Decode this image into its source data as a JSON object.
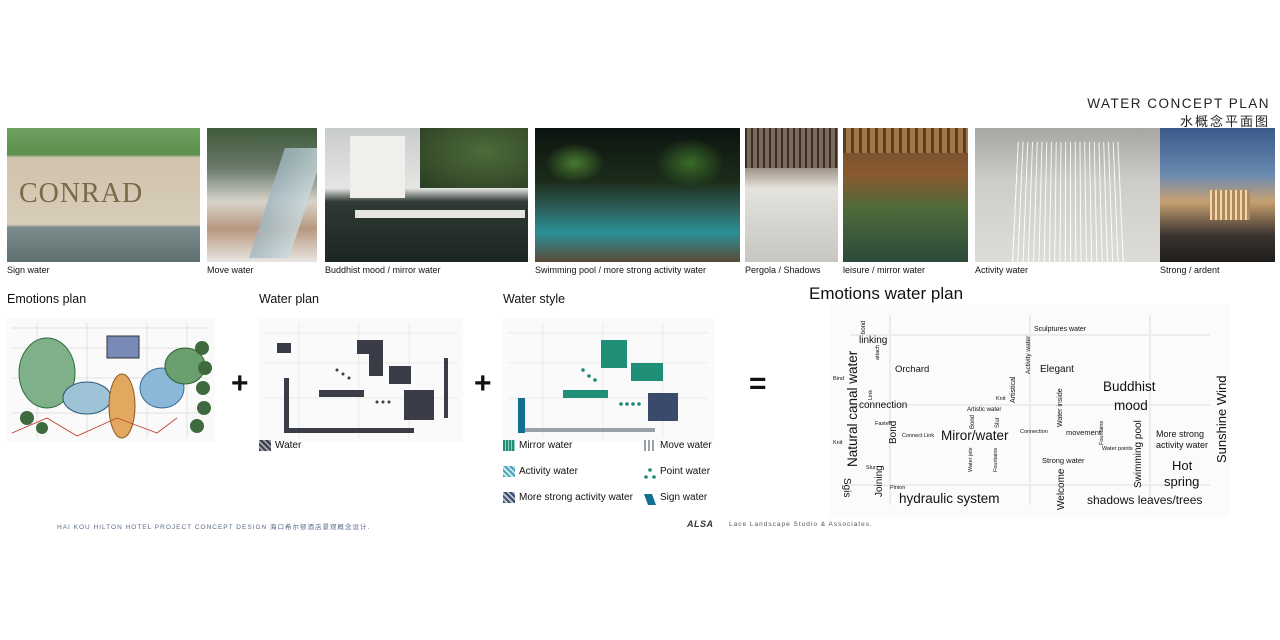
{
  "header": {
    "title_en": "WATER CONCEPT PLAN",
    "title_cn": "水概念平面图"
  },
  "photos": [
    {
      "caption": "Sign water",
      "sign_text": "CONRAD"
    },
    {
      "caption": "Move water"
    },
    {
      "caption": "Buddhist mood / mirror water"
    },
    {
      "caption": "Swimming pool / more strong activity water"
    },
    {
      "caption": "Pergola / Shadows"
    },
    {
      "caption": "leisure / mirror water"
    },
    {
      "caption": "Activity water"
    },
    {
      "caption": "Strong / ardent"
    }
  ],
  "sections": {
    "emotions_plan": "Emotions plan",
    "water_plan": "Water plan",
    "water_style": "Water style",
    "emotions_water_plan": "Emotions water plan"
  },
  "operators": {
    "plus": "+",
    "equals": "="
  },
  "water_plan_legend": "Water",
  "water_style_legend": [
    {
      "label": "Mirror water",
      "color": "#1f8f78"
    },
    {
      "label": "Move water",
      "color": "#9aa0a6"
    },
    {
      "label": "Activity water",
      "color": "#4aa3b8"
    },
    {
      "label": "Point water",
      "color": "#1a8a7a"
    },
    {
      "label": "More strong activity water",
      "color": "#3a4a6a"
    },
    {
      "label": "Sign water",
      "color": "#136f8f"
    }
  ],
  "word_cloud": {
    "natural_canal_water": "Natural canal water",
    "linking": "linking",
    "bond_small": "bond",
    "attach": "attach",
    "orchard": "Orchard",
    "bind": "Bind",
    "link": "Link",
    "connection": "connection",
    "fasten": "Fasten",
    "bond": "Bond",
    "connect_link": "Connect Link",
    "knit": "Knit",
    "sgis": "Sgis",
    "joining": "Joining",
    "slur": "Slur",
    "pinion": "Pinion",
    "hydraulic_system": "hydraulic system",
    "sculptures_water": "Sculptures water",
    "activity_water": "Activity water",
    "elegant": "Elegant",
    "artistical": "Artistical",
    "knit2": "Knit",
    "artistic_water": "Artistic water",
    "bond2": "Bond",
    "slur2": "Slur",
    "miror_water": "Miror/water",
    "water_jets": "Water jets",
    "fountains": "Fountains",
    "connection_small": "Connection",
    "water_inside": "Water inside",
    "movement": "movement",
    "fountains2": "Fountains",
    "water_points": "Water points",
    "strong_water": "Strong water",
    "welcome": "Welcome",
    "buddhist": "Buddhist",
    "mood": "mood",
    "sunshine_wind": "Sunshine Wind",
    "more_strong": "More strong",
    "activity_water2": "activity water",
    "swimming_pool": "Swimming pool",
    "hot": "Hot",
    "spring": "spring",
    "shadows": "shadows leaves/trees"
  },
  "footer": {
    "project": "HAI KOU HILTON HOTEL  PROJECT CONCEPT DESIGN  海口希尔顿酒店景观概念设计.",
    "logo": "ALSA",
    "studio": "Lace Landscape Studio & Associates."
  }
}
